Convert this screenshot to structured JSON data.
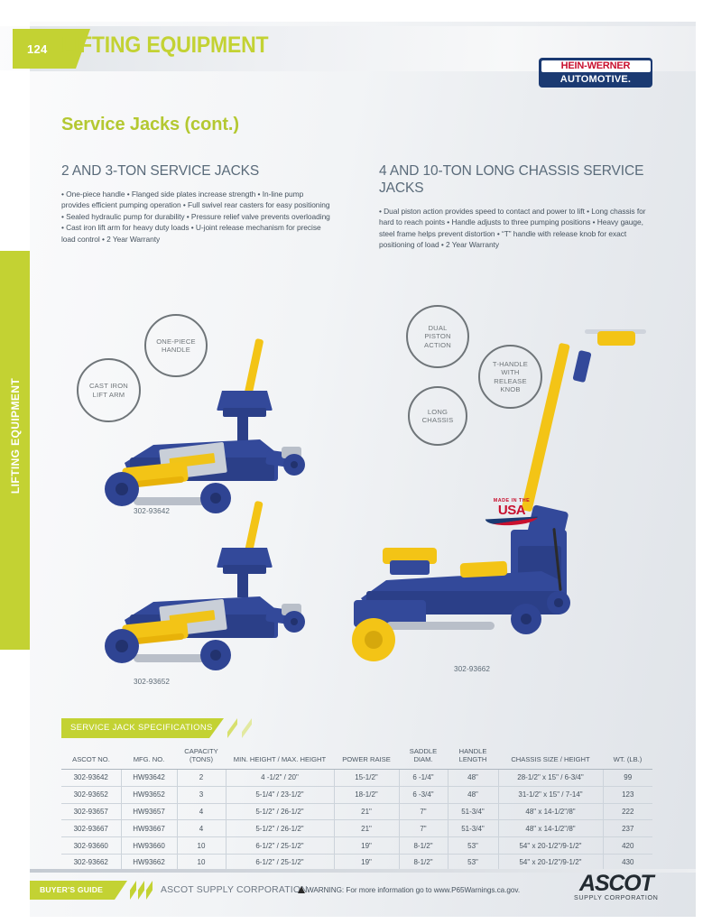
{
  "page": {
    "number": "124",
    "header_title": "LIFTING EQUIPMENT",
    "side_tab_label": "LIFTING EQUIPMENT",
    "section_title": "Service Jacks (cont.)",
    "accent_green": "#c3d233",
    "heading_gray": "#5a6b7a",
    "brand_navy": "#1b3a72",
    "brand_red": "#c8102e"
  },
  "brand_logo": {
    "line1": "HEIN-WERNER",
    "line2": "AUTOMOTIVE."
  },
  "columns": [
    {
      "heading": "2 AND 3-TON SERVICE JACKS",
      "body": "• One-piece handle • Flanged side plates increase strength • In-line pump provides efficient pumping operation • Full swivel rear casters for easy positioning • Sealed hydraulic pump for durability • Pressure relief valve prevents overloading • Cast iron lift arm for heavy duty loads • U-joint release mechanism for precise load control • 2 Year Warranty"
    },
    {
      "heading": "4 AND 10-TON LONG CHASSIS SERVICE JACKS",
      "body": "• Dual piston action provides speed to contact and power to lift • Long chassis for hard to reach points • Handle adjusts to three pumping positions • Heavy gauge, steel frame helps prevent distortion • “T” handle with release knob for exact positioning of load • 2 Year Warranty"
    }
  ],
  "callouts": [
    {
      "id": "cast-iron",
      "label": "CAST IRON\nLIFT ARM"
    },
    {
      "id": "one-piece",
      "label": "ONE-PIECE\nHANDLE"
    },
    {
      "id": "dual",
      "label": "DUAL\nPISTON\nACTION"
    },
    {
      "id": "long",
      "label": "LONG\nCHASSIS"
    },
    {
      "id": "t-handle",
      "label": "T-HANDLE\nWITH\nRELEASE\nKNOB"
    }
  ],
  "product_captions": {
    "jack1": "302-93642",
    "jack2": "302-93652",
    "jack3": "302-93662"
  },
  "made_in_usa": {
    "top": "MADE IN THE",
    "main": "USA"
  },
  "spec_table": {
    "banner": "SERVICE JACK SPECIFICATIONS",
    "headers": [
      "ASCOT NO.",
      "MFG. NO.",
      "CAPACITY\n(TONS)",
      "MIN. HEIGHT / MAX. HEIGHT",
      "POWER RAISE",
      "SADDLE\nDIAM.",
      "HANDLE\nLENGTH",
      "CHASSIS SIZE / HEIGHT",
      "WT. (LB.)"
    ],
    "rows": [
      [
        "302-93642",
        "HW93642",
        "2",
        "4 -1/2\" / 20\"",
        "15-1/2\"",
        "6 -1/4\"",
        "48\"",
        "28-1/2\" x 15\" / 6-3/4\"",
        "99"
      ],
      [
        "302-93652",
        "HW93652",
        "3",
        "5-1/4\" / 23-1/2\"",
        "18-1/2\"",
        "6 -3/4\"",
        "48\"",
        "31-1/2\" x 15\" / 7-14\"",
        "123"
      ],
      [
        "302-93657",
        "HW93657",
        "4",
        "5-1/2\" / 26-1/2\"",
        "21\"",
        "7\"",
        "51-3/4\"",
        "48\" x 14-1/2\"/8\"",
        "222"
      ],
      [
        "302-93667",
        "HW93667",
        "4",
        "5-1/2\" / 26-1/2\"",
        "21\"",
        "7\"",
        "51-3/4\"",
        "48\" x 14-1/2\"/8\"",
        "237"
      ],
      [
        "302-93660",
        "HW93660",
        "10",
        "6-1/2\" / 25-1/2\"",
        "19\"",
        "8-1/2\"",
        "53\"",
        "54\" x 20-1/2\"/9-1/2\"",
        "420"
      ],
      [
        "302-93662",
        "HW93662",
        "10",
        "6-1/2\" / 25-1/2\"",
        "19\"",
        "8-1/2\"",
        "53\"",
        "54\" x 20-1/2\"/9-1/2\"",
        "430"
      ]
    ]
  },
  "footer": {
    "tab_label": "BUYER'S GUIDE",
    "corporation": "ASCOT SUPPLY CORPORATION",
    "warning": "WARNING: For more information go to www.P65Warnings.ca.gov.",
    "logo_word": "ASCOT",
    "logo_sub": "SUPPLY CORPORATION"
  }
}
